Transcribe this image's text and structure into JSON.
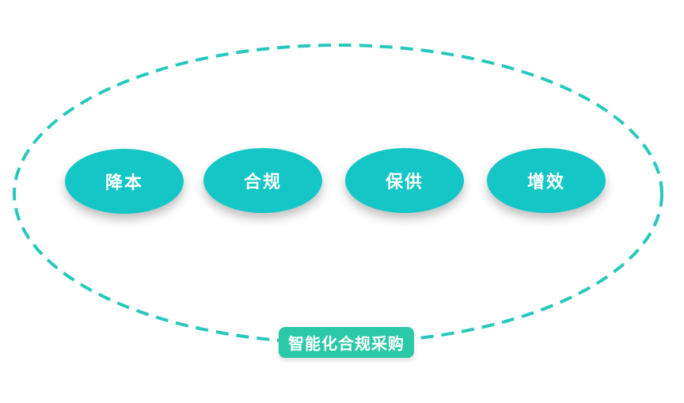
{
  "diagram": {
    "bottom_label": "智能化合规采购",
    "nodes": [
      {
        "label": "降本"
      },
      {
        "label": "合规"
      },
      {
        "label": "保供"
      },
      {
        "label": "增效"
      }
    ],
    "colors": {
      "node_fill": "#14c6c6",
      "dash_stroke": "#27c8bc",
      "label_bg": "#2bc9a7",
      "text": "#ffffff"
    }
  }
}
